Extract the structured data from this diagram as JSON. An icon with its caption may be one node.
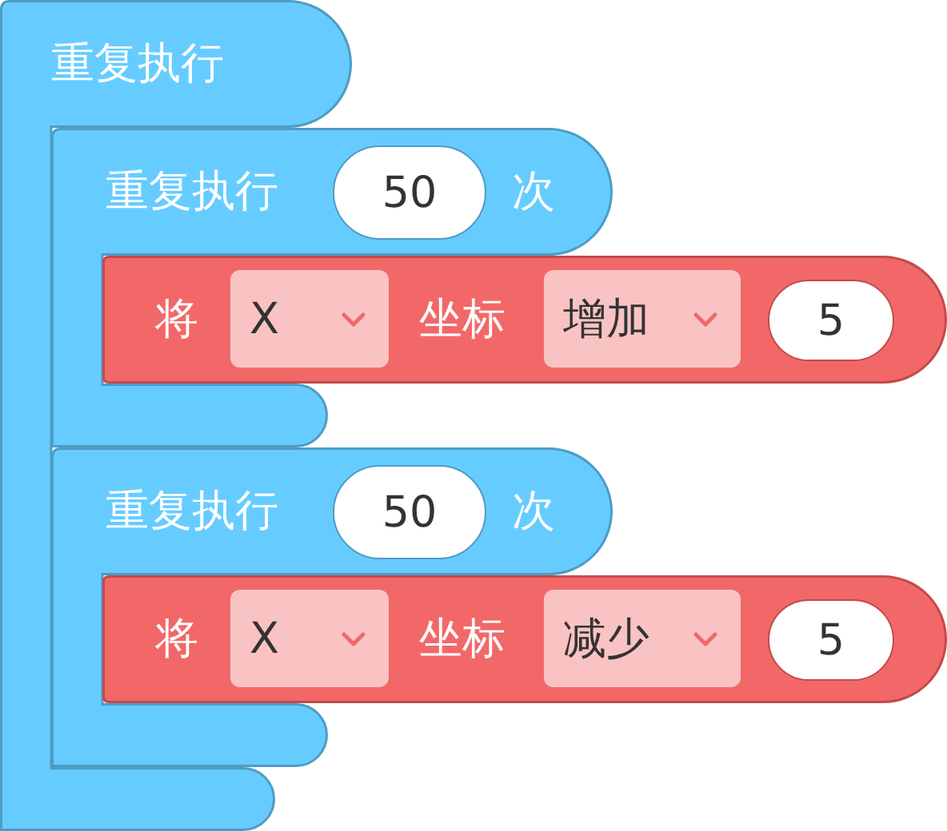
{
  "diagram": {
    "nodes": [
      {
        "text": [
          "重复执行"
        ]
      },
      {
        "text": [
          "重复执行",
          "次"
        ]
      },
      {
        "text": [
          "50"
        ],
        "in": 1
      },
      {
        "text": [
          "将",
          "坐标"
        ]
      },
      {
        "text": [
          "X"
        ],
        "in": 3
      },
      {
        "text": [
          "增加"
        ],
        "in": 3
      },
      {
        "text": [
          "5"
        ],
        "in": 3
      },
      {
        "text": [
          "重复执行",
          "次"
        ]
      },
      {
        "text": [
          "50"
        ],
        "in": 7
      },
      {
        "text": [
          "将",
          "坐标"
        ]
      },
      {
        "text": [
          "X"
        ],
        "in": 9
      },
      {
        "text": [
          "减少"
        ],
        "in": 9
      },
      {
        "text": [
          "5"
        ],
        "in": 9
      }
    ]
  }
}
